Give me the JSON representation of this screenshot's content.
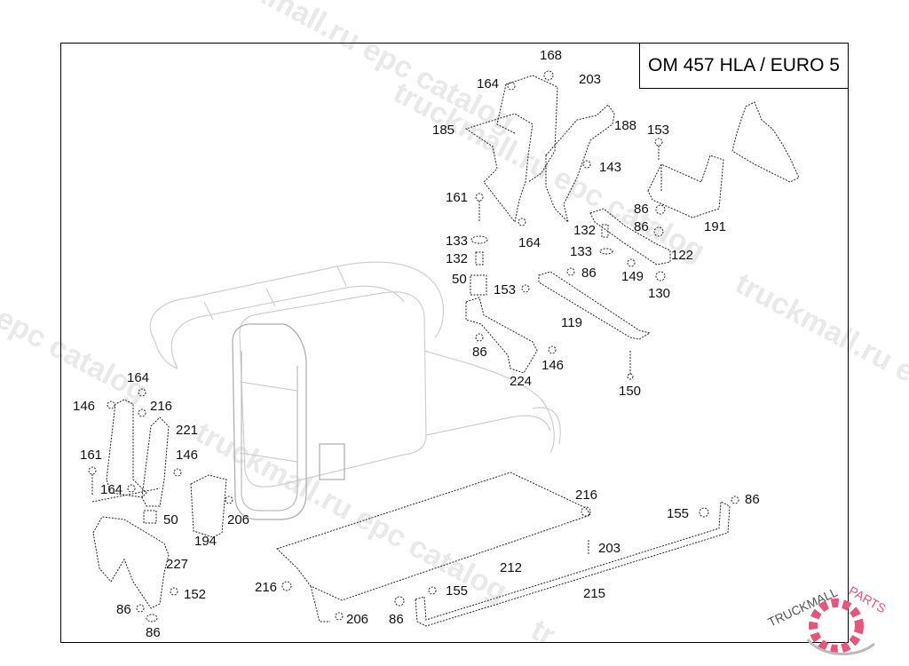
{
  "title": "OM 457 HLA / EURO 5",
  "watermarks": [
    {
      "text": "truckmall.ru epc catalog"
    },
    {
      "text": "truckmall.ru epc catalog"
    },
    {
      "text": "truckmall.ru epc catalog"
    },
    {
      "text": "l epc catalog"
    },
    {
      "text": "truckmall.ru e"
    }
  ],
  "logo": {
    "text_left": "TRUCKMALL",
    "text_right": "PARTS",
    "brand_color": "#e8547c",
    "text_color": "#555555"
  },
  "callouts": [
    {
      "id": "168",
      "label": "168"
    },
    {
      "id": "203a",
      "label": "203"
    },
    {
      "id": "164a",
      "label": "164"
    },
    {
      "id": "185",
      "label": "185"
    },
    {
      "id": "188",
      "label": "188"
    },
    {
      "id": "143",
      "label": "143"
    },
    {
      "id": "153a",
      "label": "153"
    },
    {
      "id": "161a",
      "label": "161"
    },
    {
      "id": "164b",
      "label": "164"
    },
    {
      "id": "86a",
      "label": "86"
    },
    {
      "id": "86b",
      "label": "86"
    },
    {
      "id": "191",
      "label": "191"
    },
    {
      "id": "132a",
      "label": "132"
    },
    {
      "id": "133a",
      "label": "133"
    },
    {
      "id": "132b",
      "label": "132"
    },
    {
      "id": "133b",
      "label": "133"
    },
    {
      "id": "86c",
      "label": "86"
    },
    {
      "id": "122",
      "label": "122"
    },
    {
      "id": "149",
      "label": "149"
    },
    {
      "id": "130",
      "label": "130"
    },
    {
      "id": "50a",
      "label": "50"
    },
    {
      "id": "153b",
      "label": "153"
    },
    {
      "id": "119",
      "label": "119"
    },
    {
      "id": "86d",
      "label": "86"
    },
    {
      "id": "146a",
      "label": "146"
    },
    {
      "id": "224",
      "label": "224"
    },
    {
      "id": "150",
      "label": "150"
    },
    {
      "id": "164c",
      "label": "164"
    },
    {
      "id": "146b",
      "label": "146"
    },
    {
      "id": "216a",
      "label": "216"
    },
    {
      "id": "221",
      "label": "221"
    },
    {
      "id": "161b",
      "label": "161"
    },
    {
      "id": "146c",
      "label": "146"
    },
    {
      "id": "164d",
      "label": "164"
    },
    {
      "id": "50b",
      "label": "50"
    },
    {
      "id": "206a",
      "label": "206"
    },
    {
      "id": "194",
      "label": "194"
    },
    {
      "id": "227",
      "label": "227"
    },
    {
      "id": "152",
      "label": "152"
    },
    {
      "id": "86e",
      "label": "86"
    },
    {
      "id": "86f",
      "label": "86"
    },
    {
      "id": "216b",
      "label": "216"
    },
    {
      "id": "206b",
      "label": "206"
    },
    {
      "id": "216c",
      "label": "216"
    },
    {
      "id": "203b",
      "label": "203"
    },
    {
      "id": "212",
      "label": "212"
    },
    {
      "id": "155a",
      "label": "155"
    },
    {
      "id": "86g",
      "label": "86"
    },
    {
      "id": "215",
      "label": "215"
    },
    {
      "id": "155b",
      "label": "155"
    },
    {
      "id": "86h",
      "label": "86"
    }
  ]
}
